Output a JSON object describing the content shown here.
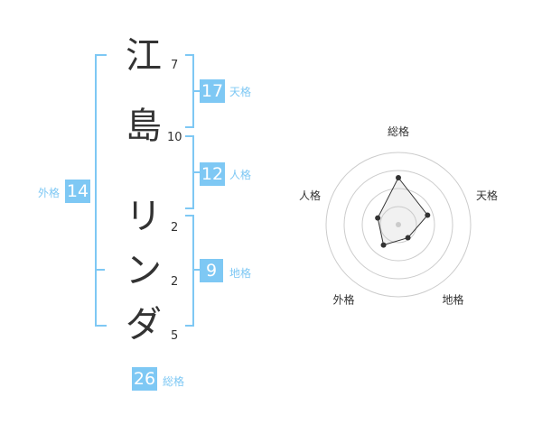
{
  "name": {
    "chars": [
      "江",
      "島",
      "リ",
      "ン",
      "ダ"
    ],
    "strokes": [
      "7",
      "10",
      "2",
      "2",
      "5"
    ]
  },
  "kakusu": {
    "tenkaku": {
      "value": "17",
      "label": "天格"
    },
    "jinkaku": {
      "value": "12",
      "label": "人格"
    },
    "chikaku": {
      "value": "9",
      "label": "地格"
    },
    "gaikaku": {
      "value": "14",
      "label": "外格"
    },
    "soukaku": {
      "value": "26",
      "label": "総格"
    }
  },
  "chart_data": {
    "type": "radar",
    "axes": [
      "総格",
      "天格",
      "地格",
      "外格",
      "人格"
    ],
    "values": [
      26,
      17,
      9,
      14,
      12
    ]
  }
}
